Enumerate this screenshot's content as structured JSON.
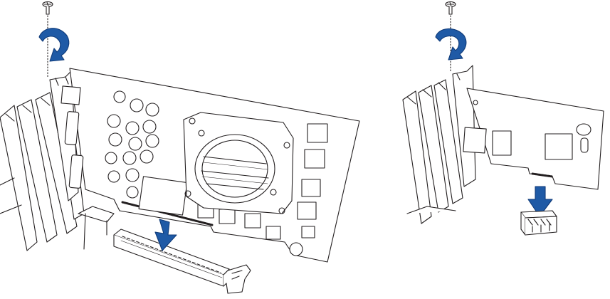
{
  "diagram": {
    "panels": [
      {
        "name": "large-card-installation",
        "card": "graphics-card",
        "slot": "pcie-x16-slot"
      },
      {
        "name": "small-card-installation",
        "card": "expansion-card",
        "slot": "pcie-x1-slot"
      }
    ],
    "icons": [
      "screw-icon",
      "rotate-arrow-icon",
      "insert-arrow-icon"
    ],
    "colors": {
      "line": "#231f20",
      "arrow": "#1f5aa6",
      "arrow_dark": "#0f3a78",
      "component_fill": "#ffffff",
      "background": "#ffffff"
    }
  }
}
